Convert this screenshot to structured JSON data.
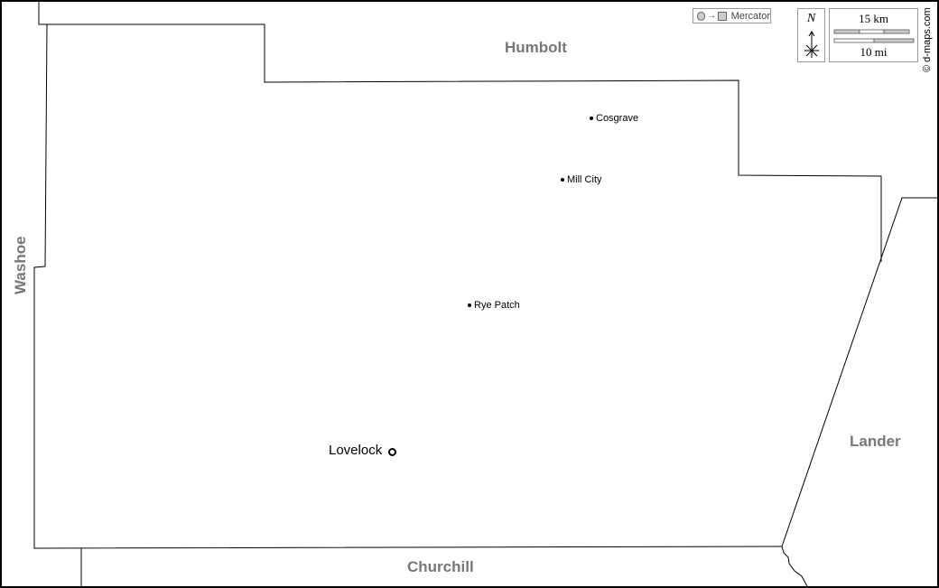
{
  "regions": {
    "north": "Humbolt",
    "west": "Washoe",
    "east": "Lander",
    "south": "Churchill"
  },
  "capital": {
    "name": "Lovelock",
    "icon": "capital-circle-icon"
  },
  "cities": [
    {
      "name": "Cosgrave"
    },
    {
      "name": "Mill City"
    },
    {
      "name": "Rye Patch"
    }
  ],
  "legend": {
    "projection": "Mercator",
    "north_label": "N",
    "scale_km": "15 km",
    "scale_mi": "10 mi"
  },
  "credit": "© d-maps.com",
  "colors": {
    "border": "#000000",
    "region_label": "#777777"
  }
}
